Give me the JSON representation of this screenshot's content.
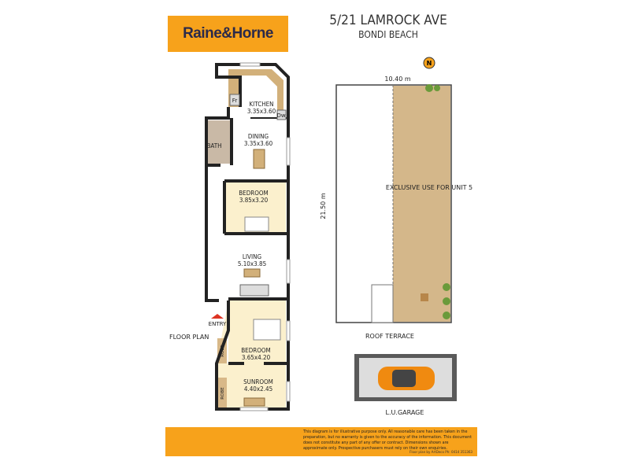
{
  "brand": {
    "logo_text": "Raine&Horne",
    "color": "#f7a21b"
  },
  "header": {
    "address": "5/21 LAMROCK AVE",
    "suburb": "BONDI BEACH"
  },
  "floor_plan": {
    "label": "FLOOR PLAN",
    "rooms": [
      {
        "name": "KITCHEN",
        "size": "3.35x3.60"
      },
      {
        "name": "DINING",
        "size": "3.35x3.60"
      },
      {
        "name": "BATH",
        "size": ""
      },
      {
        "name": "BEDROOM",
        "size": "3.85x3.20"
      },
      {
        "name": "LIVING",
        "size": "5.10x3.85"
      },
      {
        "name": "BEDROOM",
        "size": "3.65x4.20"
      },
      {
        "name": "SUNROOM",
        "size": "4.40x2.45"
      }
    ],
    "fixtures": {
      "fridge": "Fr",
      "dishwasher": "Dw",
      "robe": "ROBE",
      "entry": "ENTRY"
    }
  },
  "roof_terrace": {
    "label": "ROOF TERRACE",
    "width": "10.40 m",
    "length": "21.50 m",
    "note": "EXCLUSIVE USE FOR UNIT 5"
  },
  "garage": {
    "label": "L.U.GARAGE"
  },
  "north_icon": "north-arrow-icon",
  "footer": {
    "disclaimer": "This diagram is for illustrative purpose only. All reasonable care has been taken in the preparation, but no warranty is given to the accuracy of the information. This document does not constitute any part of any offer or contract. Dimensions shown are approximate only. Prospective purchasers must rely on their own enquiries.",
    "credit": "Floor plan by ArtDeco Ph: 0414 351363"
  }
}
